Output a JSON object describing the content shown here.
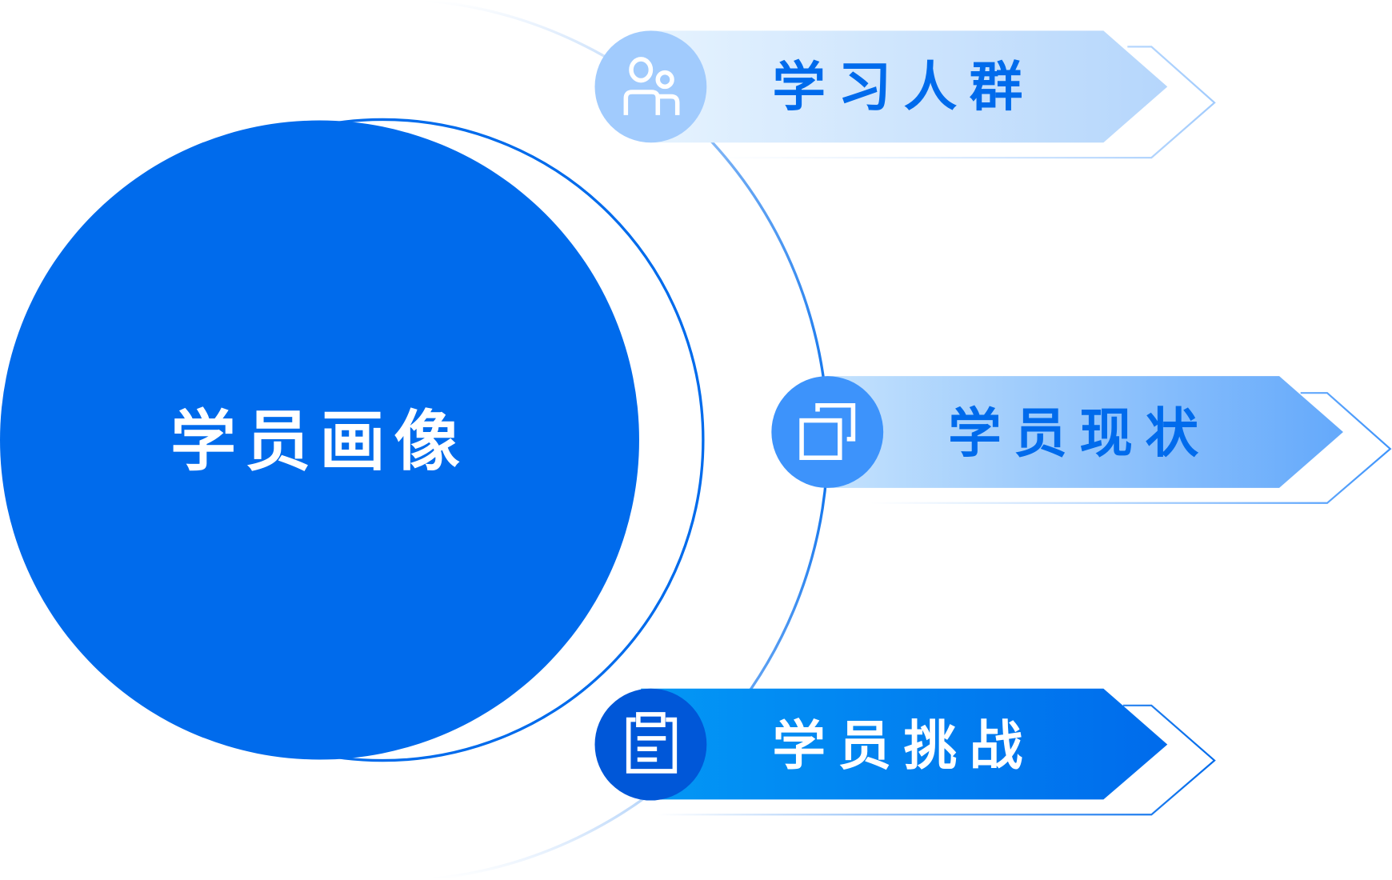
{
  "center": {
    "title": "学员画像"
  },
  "items": [
    {
      "label": "学习人群",
      "icon": "people-icon"
    },
    {
      "label": "学员现状",
      "icon": "copy-square-icon"
    },
    {
      "label": "学员挑战",
      "icon": "clipboard-icon"
    }
  ],
  "colors": {
    "primary": "#006bec",
    "light": "#a1cbfd",
    "mid": "#3d93fb",
    "dark": "#0057d8"
  }
}
